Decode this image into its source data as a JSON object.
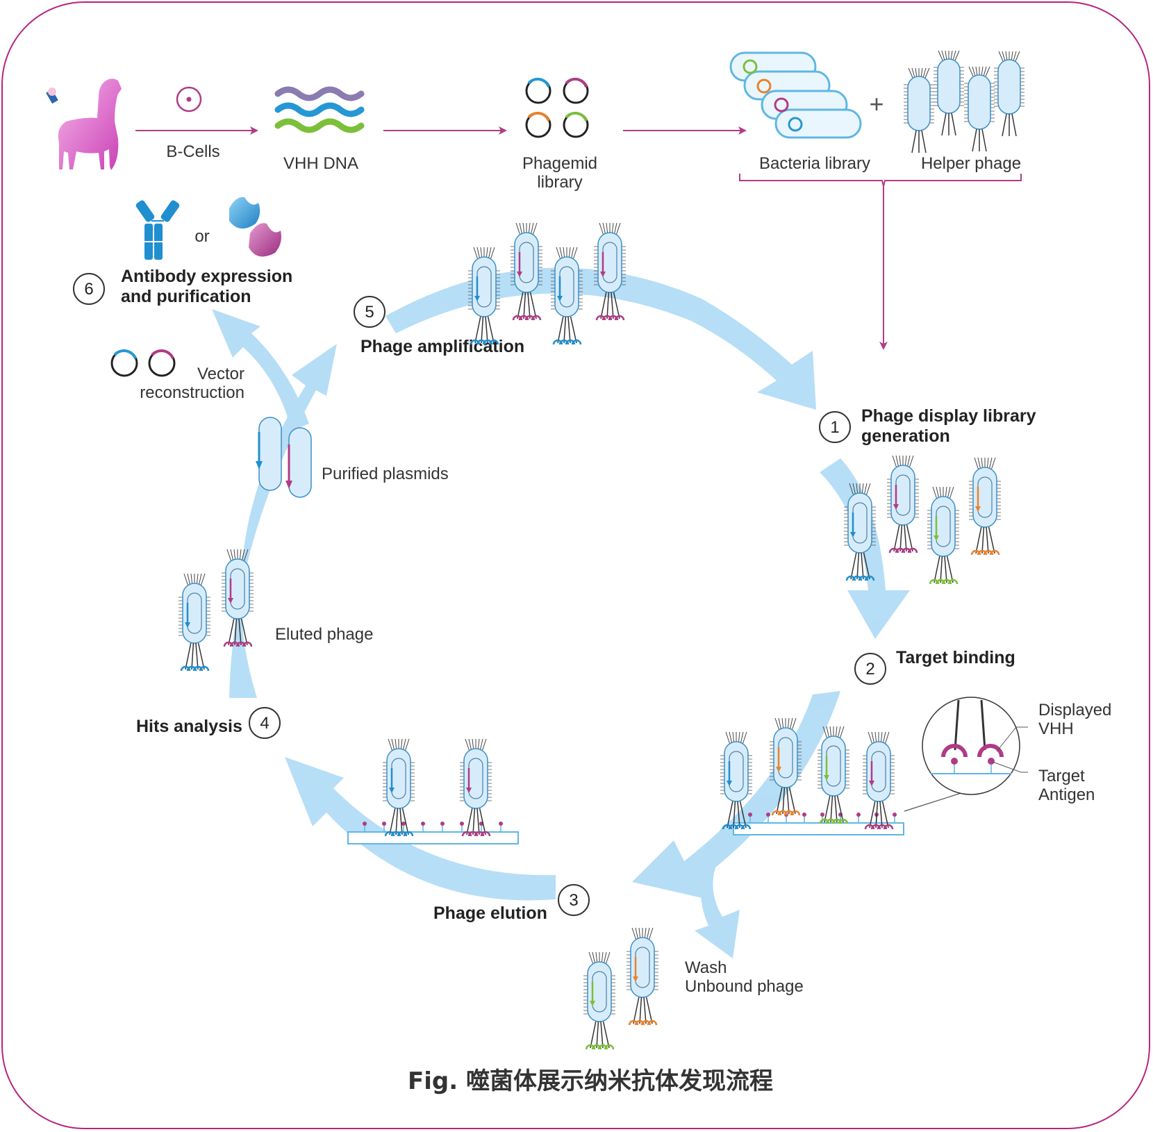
{
  "colors": {
    "frame": "#b8237f",
    "cycle_arrow": "#a9d8f4",
    "flow_arrow": "#b03b86",
    "phage_fill": "#d7ecfa",
    "phage_stroke": "#3a8fc7",
    "blue": "#1f8fd0",
    "magenta": "#b03b86",
    "orange": "#e8822c",
    "green": "#7cbf3a",
    "purple": "#8a7bb0"
  },
  "icons": {
    "alpaca": "alpaca-icon",
    "b_cell": "b-cell-icon",
    "dna": "dna-strands-icon",
    "plasmid": "plasmid-icon",
    "bacteria": "bacteria-icon",
    "phage": "phage-icon",
    "antibody": "antibody-icon",
    "nanobody": "nanobody-icon"
  },
  "top_flow": {
    "b_cells": "B-Cells",
    "vhh_dna": "VHH DNA",
    "phagemid_line1": "Phagemid",
    "phagemid_line2": "library",
    "plus": "+",
    "bacteria_library": "Bacteria library",
    "helper_phage": "Helper phage"
  },
  "steps": {
    "s1": {
      "num": "1",
      "line1": "Phage display library",
      "line2": "generation"
    },
    "s2": {
      "num": "2",
      "line1": "Target binding"
    },
    "s3": {
      "num": "3",
      "line1": "Phage elution"
    },
    "s4": {
      "num": "4",
      "line1": "Hits analysis"
    },
    "s5": {
      "num": "5",
      "line1": "Phage amplification"
    },
    "s6": {
      "num": "6",
      "line1": "Antibody expression",
      "line2": "and purification"
    }
  },
  "labels": {
    "or": "or",
    "vector_line1": "Vector",
    "vector_line2": "reconstruction",
    "purified_plasmids": "Purified plasmids",
    "eluted_phage": "Eluted phage",
    "wash": "Wash",
    "unbound_phage": "Unbound phage",
    "displayed_line1": "Displayed",
    "displayed_line2": "VHH",
    "target_line1": "Target",
    "target_line2": "Antigen"
  },
  "caption": "Fig. 噬菌体展示纳米抗体发现流程"
}
